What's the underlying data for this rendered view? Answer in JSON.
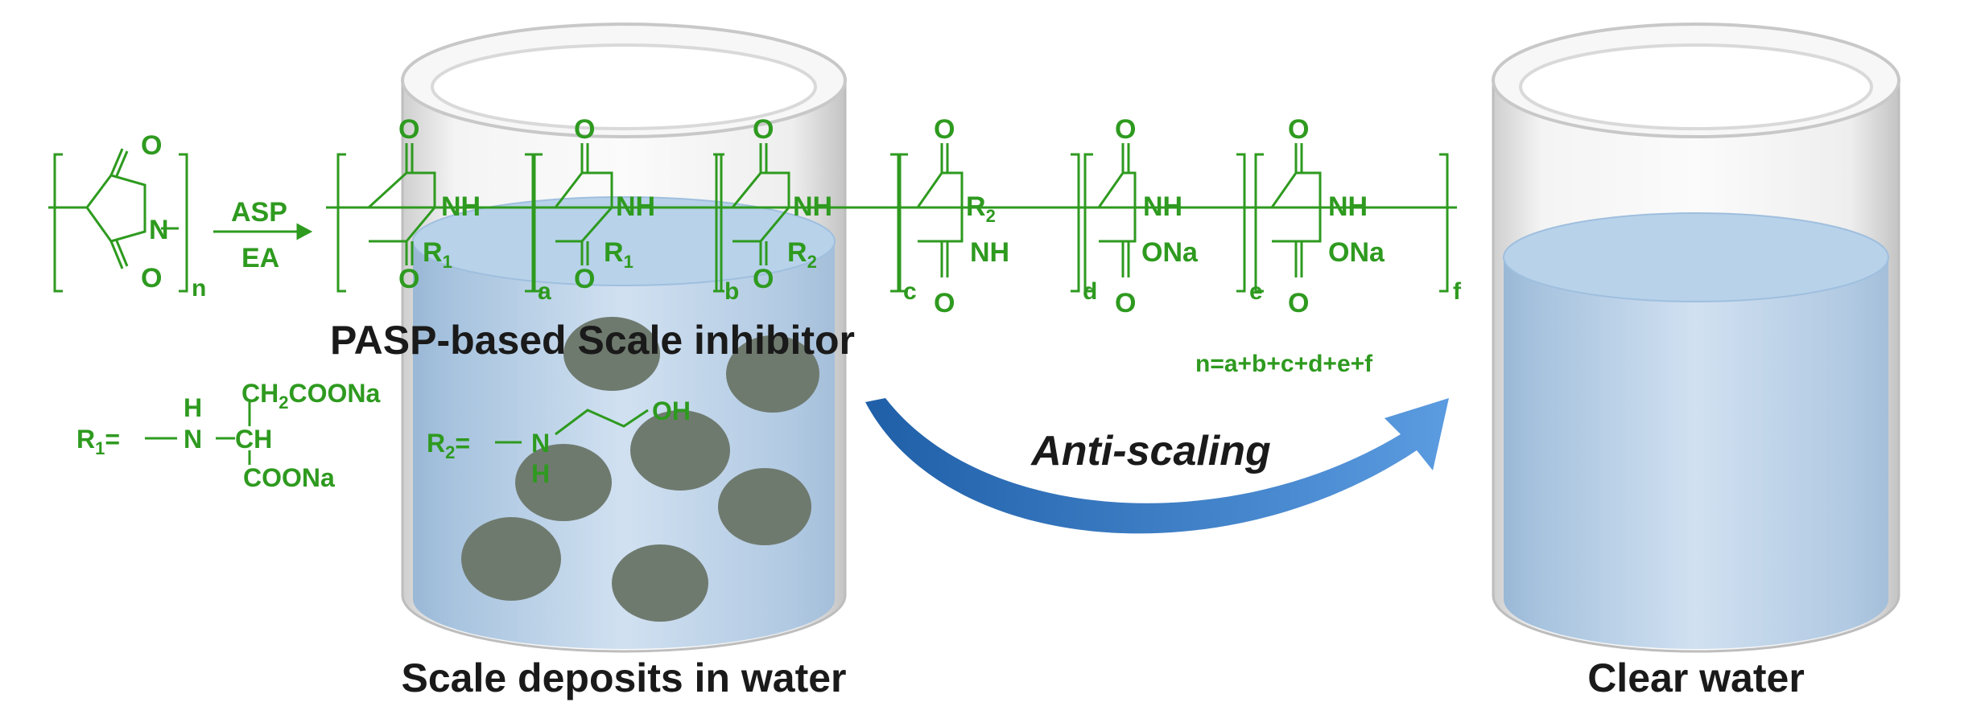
{
  "colors": {
    "chemistry": "#2e9a1f",
    "text": "#1a1a1a",
    "arrow": "#2f76c2",
    "particle": "#6f7a6f",
    "water": "#a9c8e4",
    "glass": "#e3e3e3"
  },
  "scheme": {
    "monomer_sub": "n",
    "reagent_top": "ASP",
    "reagent_bottom": "EA",
    "segments": [
      {
        "amide": "NH",
        "side_label": "R",
        "side_sub": "1",
        "repeat_sub": "a"
      },
      {
        "amide": "NH",
        "side_label": "R",
        "side_sub": "1",
        "repeat_sub": "b"
      },
      {
        "amide": "NH",
        "side_label": "R",
        "side_sub": "2",
        "repeat_sub": "c"
      },
      {
        "amide": "NH",
        "side_label": "R",
        "side_sub": "2",
        "repeat_sub": "d"
      },
      {
        "amide": "NH",
        "side_label": "ONa",
        "side_sub": "",
        "repeat_sub": "e"
      },
      {
        "amide": "NH",
        "side_label": "ONa",
        "side_sub": "",
        "repeat_sub": "f"
      }
    ],
    "oxygen": "O",
    "nitrogen": "N",
    "total_equation": "n=a+b+c+d+e+f",
    "product_title": "PASP-based Scale inhibitor"
  },
  "substituents": {
    "r1_label": "R",
    "r1_sub": "1",
    "r1_eq": "=",
    "r1_top_h": "H",
    "r1_nh": "N",
    "r1_ch": "CH",
    "r1_upper_a": "CH",
    "r1_upper_sub": "2",
    "r1_upper_b": "COONa",
    "r1_lower": "COONa",
    "r2_label": "R",
    "r2_sub": "2",
    "r2_eq": "=",
    "r2_n": "N",
    "r2_h": "H",
    "r2_oh": "OH"
  },
  "labels": {
    "left_caption": "Scale deposits in water",
    "right_caption": "Clear water",
    "arrow_label": "Anti-scaling"
  }
}
